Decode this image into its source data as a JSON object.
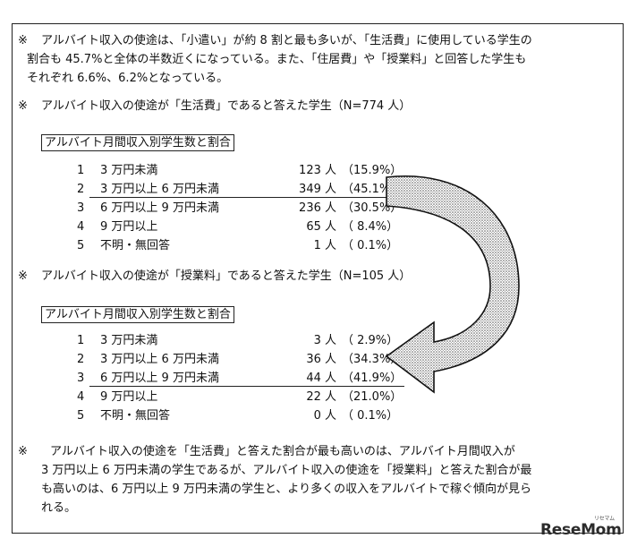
{
  "notes": {
    "mark": "※",
    "top_line1": "アルバイト収入の使途は、「小遣い」が約 8 割と最も多いが、「生活費」に使用している学生の",
    "top_line2": "割合も 45.7%と全体の半数近くになっている。また、「住居費」や「授業料」と回答した学生も",
    "top_line3": "それぞれ 6.6%、6.2%となっている。",
    "living_heading": "アルバイト収入の使途が「生活費」であると答えた学生（N=774 人）",
    "tuition_heading": "アルバイト収入の使途が「授業料」であると答えた学生（N=105 人）",
    "bottom_line1": "アルバイト収入の使途を「生活費」と答えた割合が最も高いのは、アルバイト月間収入が",
    "bottom_line2": "3 万円以上 6 万円未満の学生であるが、アルバイト収入の使途を「授業料」と答えた割合が最",
    "bottom_line3": "も高いのは、6 万円以上 9 万円未満の学生と、より多くの収入をアルバイトで稼ぐ傾向が見ら",
    "bottom_line4": "れる。"
  },
  "living_table": {
    "title": "アルバイト月間収入別学生数と割合",
    "rows": [
      {
        "no": "1",
        "label": "3 万円未満",
        "count": "123 人",
        "pct": "（15.9%）"
      },
      {
        "no": "2",
        "label": "3 万円以上 6 万円未満",
        "count": "349 人",
        "pct": "（45.1%）"
      },
      {
        "no": "3",
        "label": "6 万円以上 9 万円未満",
        "count": "236 人",
        "pct": "（30.5%）"
      },
      {
        "no": "4",
        "label": "9 万円以上",
        "count": "65 人",
        "pct": "（ 8.4%）"
      },
      {
        "no": "5",
        "label": "不明・無回答",
        "count": "1 人",
        "pct": "（ 0.1%）"
      }
    ]
  },
  "tuition_table": {
    "title": "アルバイト月間収入別学生数と割合",
    "rows": [
      {
        "no": "1",
        "label": "3 万円未満",
        "count": "3 人",
        "pct": "（ 2.9%）"
      },
      {
        "no": "2",
        "label": "3 万円以上 6 万円未満",
        "count": "36 人",
        "pct": "（34.3%）"
      },
      {
        "no": "3",
        "label": "6 万円以上 9 万円未満",
        "count": "44 人",
        "pct": "（41.9%）"
      },
      {
        "no": "4",
        "label": "9 万円以上",
        "count": "22 人",
        "pct": "（21.0%）"
      },
      {
        "no": "5",
        "label": "不明・無回答",
        "count": "0 人",
        "pct": "（ 0.1%）"
      }
    ]
  },
  "watermark": {
    "brand": "ReseMom",
    "sub": "リセマム"
  }
}
